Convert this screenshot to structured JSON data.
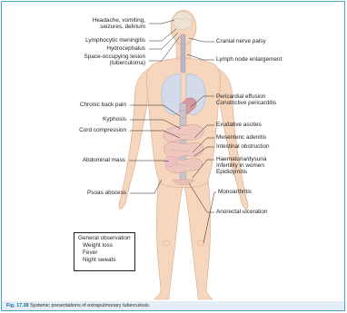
{
  "figure": {
    "left_labels": [
      {
        "id": "headache",
        "lines": [
          "Headache, vomiting,",
          "seizures, delirium"
        ]
      },
      {
        "id": "meningitis",
        "lines": [
          "Lymphocytic meningitis"
        ]
      },
      {
        "id": "hydrocephalus",
        "lines": [
          "Hydrocephalus"
        ]
      },
      {
        "id": "tuberculoma",
        "lines": [
          "Space-occupying lesion",
          "(tuberculoma)"
        ]
      },
      {
        "id": "back-pain",
        "lines": [
          "Chronic back pain"
        ]
      },
      {
        "id": "kyphosis",
        "lines": [
          "Kyphosis"
        ]
      },
      {
        "id": "cord",
        "lines": [
          "Cord compression"
        ]
      },
      {
        "id": "abdominal-mass",
        "lines": [
          "Abdominal mass"
        ]
      },
      {
        "id": "psoas",
        "lines": [
          "Psoas abscess"
        ]
      }
    ],
    "right_labels": [
      {
        "id": "cranial",
        "lines": [
          "Cranial nerve palsy"
        ]
      },
      {
        "id": "lymph",
        "lines": [
          "Lymph node enlargement"
        ]
      },
      {
        "id": "pericardial",
        "lines": [
          "Pericardial effusion",
          "Constrictive pericarditis"
        ]
      },
      {
        "id": "ascites",
        "lines": [
          "Exudative ascites"
        ]
      },
      {
        "id": "mesenteric",
        "lines": [
          "Mesenteric adenitis"
        ]
      },
      {
        "id": "intestinal",
        "lines": [
          "Intestinal obstruction"
        ]
      },
      {
        "id": "haematuria",
        "lines": [
          "Haematuria/dysuria",
          "Infertility in women",
          "Epididymitis"
        ]
      },
      {
        "id": "monoarthritis",
        "lines": [
          "Monoarthritis"
        ]
      },
      {
        "id": "anorectal",
        "lines": [
          "Anorectal ulceration"
        ]
      }
    ],
    "general_observation": {
      "title": "General observation",
      "items": [
        "Weight loss",
        "Fever",
        "Night sweats"
      ]
    },
    "caption": {
      "number": "Fig. 17.38",
      "text": "Systemic presentations of extrapulmonary tuberculosis."
    },
    "colors": {
      "skin": "#f6d6bd",
      "skin_outline": "#d9a98a",
      "brain": "#ece2d6",
      "lung": "#d3dbea",
      "spine": "#c9c4c9",
      "gut": "#efc7bf",
      "heart": "#d69a9e",
      "frame_border": "#49a4c8",
      "caption_bar": "#e4eef4",
      "caption_number": "#1d6fa3"
    }
  }
}
